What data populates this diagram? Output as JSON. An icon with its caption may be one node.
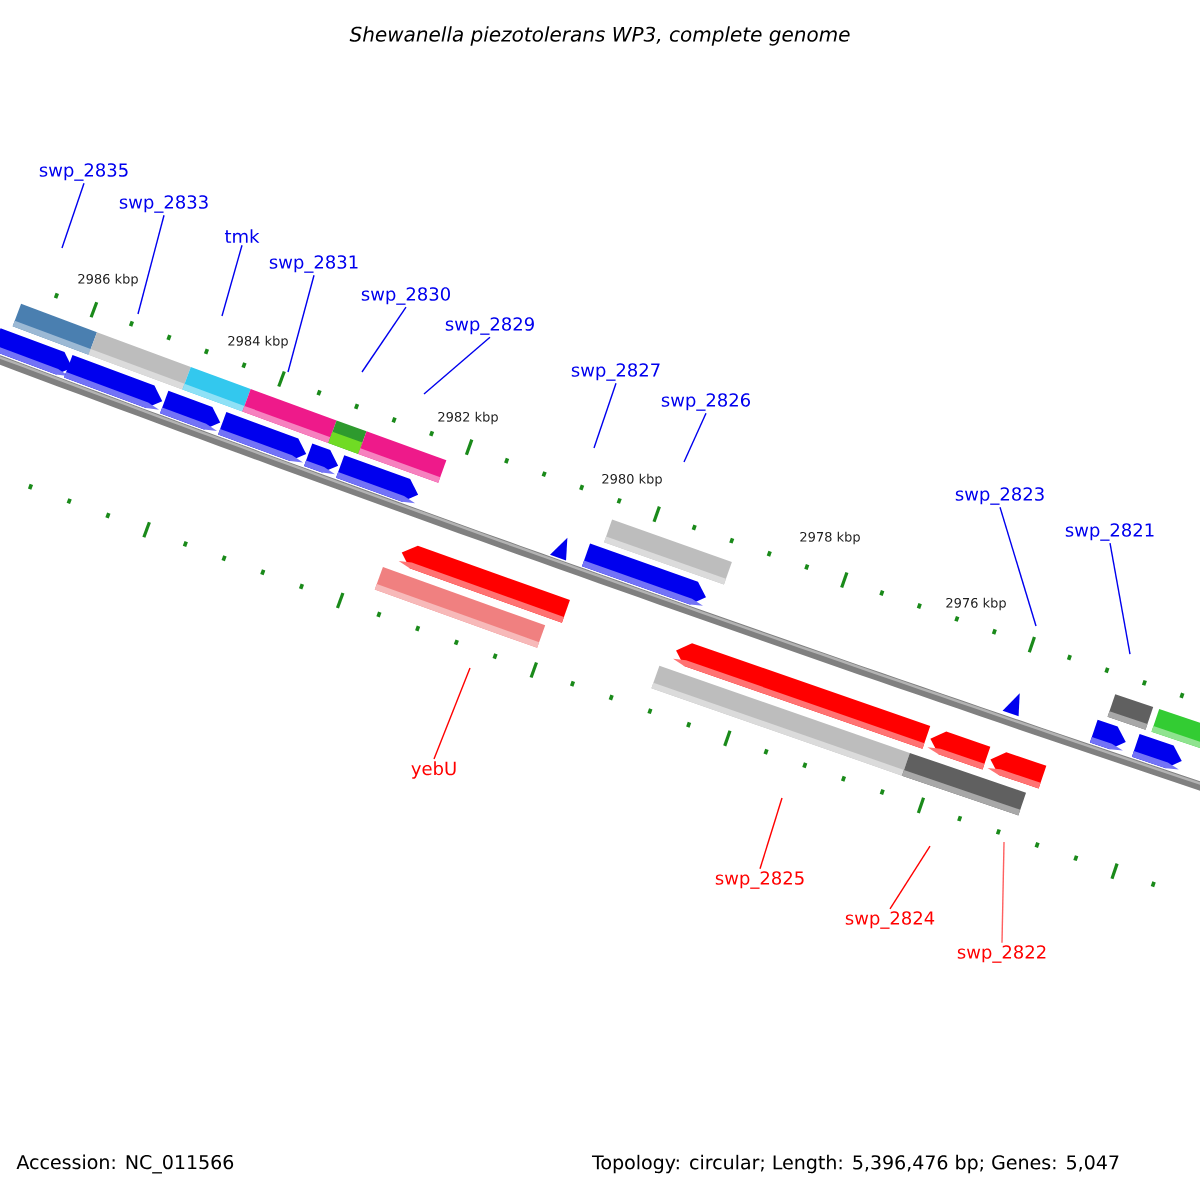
{
  "diagram": {
    "title": "Shewanella piezotolerans WP3, complete genome",
    "nodes": [
      {
        "text": [
          "swp_2835"
        ]
      },
      {
        "text": [
          "swp_2833"
        ]
      },
      {
        "text": [
          "tmk"
        ]
      },
      {
        "text": [
          "swp_2831"
        ]
      },
      {
        "text": [
          "swp_2830"
        ]
      },
      {
        "text": [
          "swp_2829"
        ]
      },
      {
        "text": [
          "swp_2827"
        ]
      },
      {
        "text": [
          "swp_2826"
        ]
      },
      {
        "text": [
          "swp_2823"
        ]
      },
      {
        "text": [
          "swp_2821"
        ]
      },
      {
        "text": [
          "yebU"
        ]
      },
      {
        "text": [
          "swp_2825"
        ]
      },
      {
        "text": [
          "swp_2824"
        ]
      },
      {
        "text": [
          "swp_2822"
        ]
      }
    ],
    "edges": [
      {
        "from": 0,
        "to": null,
        "arrow": "none"
      },
      {
        "from": 1,
        "to": null,
        "arrow": "none"
      },
      {
        "from": 2,
        "to": null,
        "arrow": "none"
      },
      {
        "from": 3,
        "to": null,
        "arrow": "none"
      },
      {
        "from": 4,
        "to": null,
        "arrow": "none"
      },
      {
        "from": 5,
        "to": null,
        "arrow": "none"
      },
      {
        "from": 6,
        "to": null,
        "arrow": "none"
      },
      {
        "from": 7,
        "to": null,
        "arrow": "none"
      },
      {
        "from": 8,
        "to": null,
        "arrow": "none"
      },
      {
        "from": 9,
        "to": null,
        "arrow": "none"
      },
      {
        "from": 10,
        "to": null,
        "arrow": "none",
        "color": "#ff0000"
      },
      {
        "from": 11,
        "to": null,
        "arrow": "none",
        "color": "#ff0000"
      },
      {
        "from": 12,
        "to": null,
        "arrow": "none",
        "color": "#ff0000"
      },
      {
        "from": 13,
        "to": null,
        "arrow": "none",
        "color": "#ff6060"
      }
    ],
    "labels": [
      "2986 kbp",
      "2984 kbp",
      "2982 kbp",
      "2980 kbp",
      "2978 kbp",
      "2976 kbp",
      "Accession: NC_011566",
      "Topology: circular; Length: 5,396,476 bp; Genes: 5,047"
    ]
  }
}
